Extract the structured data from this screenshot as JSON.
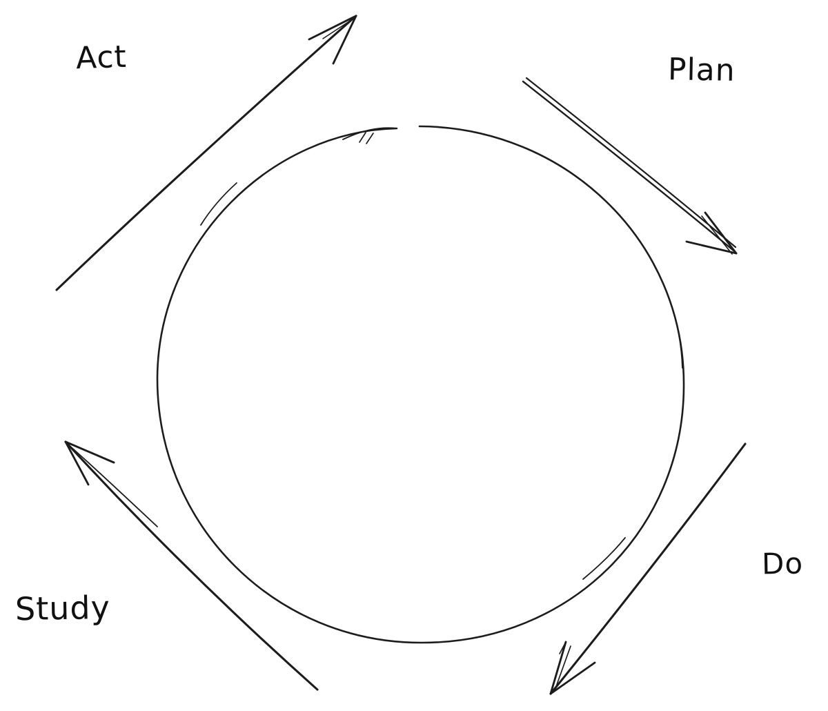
{
  "page": {
    "background": "#ffffff"
  },
  "diagram": {
    "type": "cycle",
    "style": "hand-drawn",
    "stroke_color": "#1c1c1c",
    "text_color": "#111111",
    "labels": {
      "act": "Act",
      "plan": "Plan",
      "do": "Do",
      "study": "Study"
    },
    "flow_clockwise": [
      "Plan",
      "Do",
      "Study",
      "Act"
    ]
  }
}
